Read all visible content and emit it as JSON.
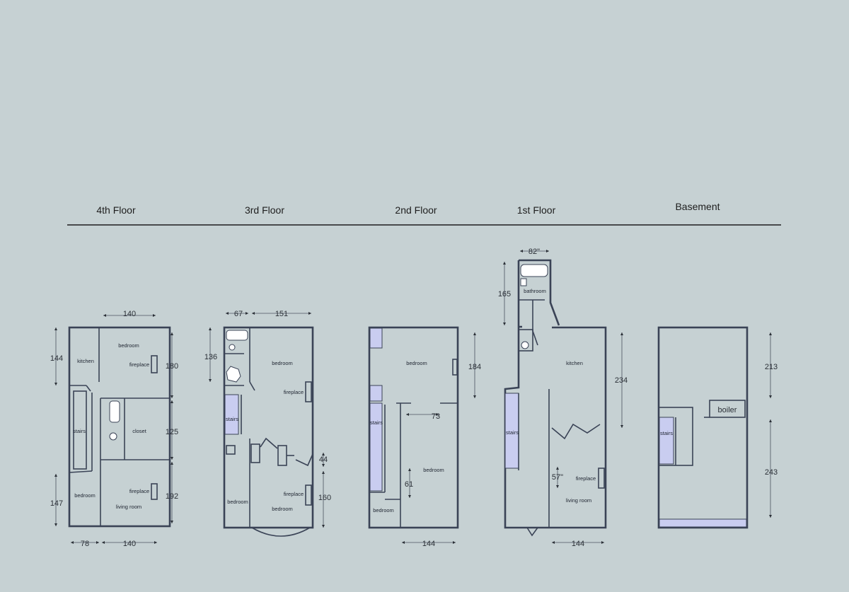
{
  "colors": {
    "background": "#c6d1d3",
    "wall": "#3a4356",
    "stairs_fill": "#c9cdf0"
  },
  "floors": {
    "fourth": {
      "title": "4th Floor",
      "rooms": {
        "kitchen": "kitchen",
        "bedroom_top": "bedroom",
        "fireplace_top": "fireplace",
        "stairs": "stairs",
        "closet": "closet",
        "bedroom_bottom": "bedroom",
        "fireplace_bottom": "fireplace",
        "living_room": "living room"
      },
      "dims": {
        "top": "140",
        "left_upper": "144",
        "right_upper": "180",
        "right_middle": "125",
        "left_lower": "147",
        "right_lower": "192",
        "bottom_left": "78",
        "bottom_right": "140"
      }
    },
    "third": {
      "title": "3rd Floor",
      "rooms": {
        "bedroom_top": "bedroom",
        "fireplace_top": "fireplace",
        "stairs": "stairs",
        "fireplace_bottom": "fireplace",
        "bedroom_left": "bedroom",
        "bedroom_bottom": "bedroom"
      },
      "dims": {
        "top_left": "67",
        "top_right": "151",
        "left": "136",
        "right_small": "44",
        "right_lower": "160"
      }
    },
    "second": {
      "title": "2nd Floor",
      "rooms": {
        "bedroom_top": "bedroom",
        "stairs": "stairs",
        "bedroom_middle": "bedroom",
        "bedroom_bottom": "bedroom"
      },
      "dims": {
        "right": "184",
        "middle": "73",
        "small": "61",
        "bottom": "144"
      }
    },
    "first": {
      "title": "1st Floor",
      "rooms": {
        "bathroom": "bathroom",
        "kitchen": "kitchen",
        "stairs": "stairs",
        "fireplace": "fireplace",
        "living_room": "living room"
      },
      "dims": {
        "top": "82\"",
        "left": "165",
        "right": "234",
        "small": "57\"",
        "bottom": "144"
      }
    },
    "basement": {
      "title": "Basement",
      "rooms": {
        "boiler": "boiler",
        "stairs": "stairs"
      },
      "dims": {
        "right_upper": "213",
        "right_lower": "243"
      }
    }
  }
}
